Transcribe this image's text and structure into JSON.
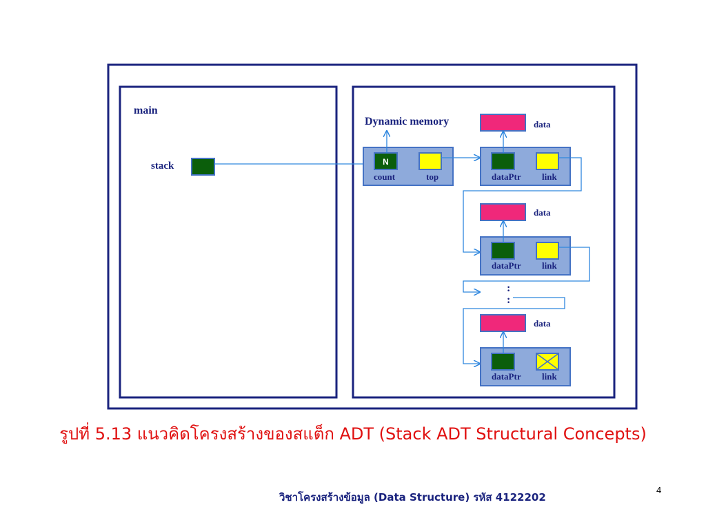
{
  "diagram": {
    "main_label": "main",
    "stack_label": "stack",
    "dynamic_memory_label": "Dynamic memory",
    "head": {
      "count_value": "N",
      "count_label": "count",
      "top_label": "top"
    },
    "nodes": [
      {
        "data_label": "data",
        "dataptr_label": "dataPtr",
        "link_label": "link"
      },
      {
        "data_label": "data",
        "dataptr_label": "dataPtr",
        "link_label": "link"
      },
      {
        "data_label": "data",
        "dataptr_label": "dataPtr",
        "link_label": "link"
      }
    ],
    "ellipsis": ":",
    "colors": {
      "frame": "#1a237e",
      "node_fill": "#8eaadb",
      "node_border": "#4472c4",
      "pointer_green": "#0b5e0b",
      "top_yellow": "#ffff00",
      "data_pink": "#f0287a",
      "arrow": "#2e86de"
    }
  },
  "caption": "รูปที่ 5.13 แนวคิดโครงสร้างของสแต็ก ADT (Stack ADT Structural Concepts)",
  "footer": "วิชาโครงสร้างข้อมูล (Data Structure) รหัส 4122202",
  "page_number": "4"
}
